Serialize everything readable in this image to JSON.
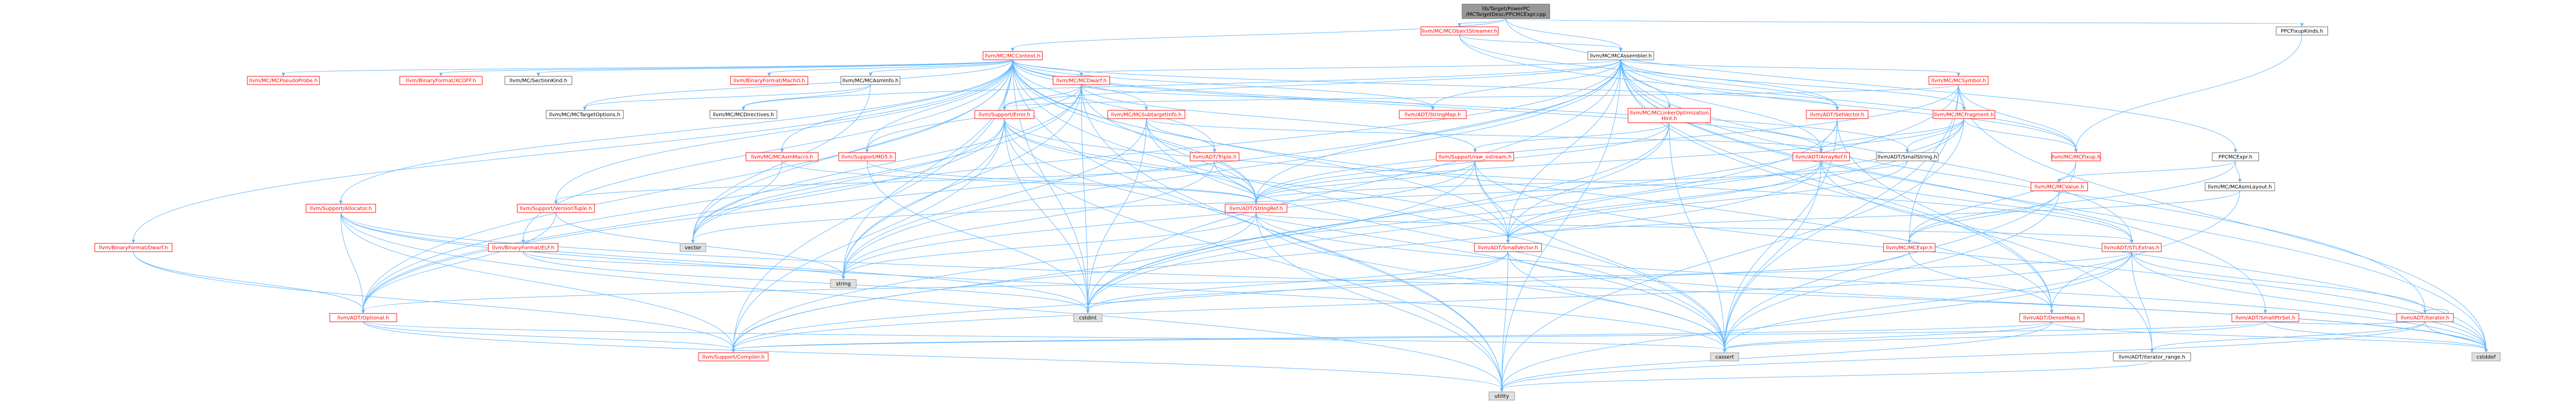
{
  "graph": {
    "colors": {
      "root_fill": "#999999",
      "root_text": "#000000",
      "link_text": "#ff0000",
      "plain_text": "#000000",
      "system_fill": "#e0e0e0",
      "node_fill": "#ffffff",
      "node_border": "#ff0000",
      "system_border": "#999999",
      "edge": "#63b8ff"
    },
    "nodes": [
      {
        "id": "root",
        "label": "lib/Target/PowerPC\n/MCTargetDesc/PPCMCExpr.cpp",
        "kind": "root"
      },
      {
        "id": "mcobjstream",
        "label": "llvm/MC/MCObjectStreamer.h",
        "kind": "link"
      },
      {
        "id": "ppcfixup",
        "label": "PPCFixupKinds.h",
        "kind": "plain"
      },
      {
        "id": "mcctx",
        "label": "llvm/MC/MCContext.h",
        "kind": "link"
      },
      {
        "id": "mcasm",
        "label": "llvm/MC/MCAssembler.h",
        "kind": "plain"
      },
      {
        "id": "pseudo",
        "label": "llvm/MC/MCPseudoProbe.h",
        "kind": "link"
      },
      {
        "id": "xcoff",
        "label": "llvm/BinaryFormat/XCOFF.h",
        "kind": "link"
      },
      {
        "id": "seckind",
        "label": "llvm/MC/SectionKind.h",
        "kind": "plain"
      },
      {
        "id": "macho",
        "label": "llvm/BinaryFormat/MachO.h",
        "kind": "link"
      },
      {
        "id": "asminfo",
        "label": "llvm/MC/MCAsmInfo.h",
        "kind": "plain"
      },
      {
        "id": "mcdwarf",
        "label": "llvm/MC/MCDwarf.h",
        "kind": "link"
      },
      {
        "id": "strmap",
        "label": "llvm/ADT/StringMap.h",
        "kind": "link"
      },
      {
        "id": "subtgt",
        "label": "llvm/MC/MCSubtargetInfo.h",
        "kind": "link"
      },
      {
        "id": "linkeropt",
        "label": "llvm/MC/MCLinkerOptimization\nHint.h",
        "kind": "link"
      },
      {
        "id": "setvec",
        "label": "llvm/ADT/SetVector.h",
        "kind": "link"
      },
      {
        "id": "mcsym",
        "label": "llvm/MC/MCSymbol.h",
        "kind": "link"
      },
      {
        "id": "mcfrag",
        "label": "llvm/MC/MCFragment.h",
        "kind": "link"
      },
      {
        "id": "ppcmcexpr",
        "label": "PPCMCExpr.h",
        "kind": "plain"
      },
      {
        "id": "tgtopts",
        "label": "llvm/MC/MCTargetOptions.h",
        "kind": "plain"
      },
      {
        "id": "directives",
        "label": "llvm/MC/MCDirectives.h",
        "kind": "plain"
      },
      {
        "id": "error",
        "label": "llvm/Support/Error.h",
        "kind": "link"
      },
      {
        "id": "triple",
        "label": "llvm/ADT/Triple.h",
        "kind": "link"
      },
      {
        "id": "rawos",
        "label": "llvm/Support/raw_ostream.h",
        "kind": "link"
      },
      {
        "id": "arrayref",
        "label": "llvm/ADT/ArrayRef.h",
        "kind": "link"
      },
      {
        "id": "smallstr",
        "label": "llvm/ADT/SmallString.h",
        "kind": "plain"
      },
      {
        "id": "mcfixup",
        "label": "llvm/MC/MCFixup.h",
        "kind": "link"
      },
      {
        "id": "asmlayout",
        "label": "llvm/MC/MCAsmLayout.h",
        "kind": "plain"
      },
      {
        "id": "asmmacro",
        "label": "llvm/MC/MCAsmMacro.h",
        "kind": "link"
      },
      {
        "id": "md5",
        "label": "llvm/Support/MD5.h",
        "kind": "link"
      },
      {
        "id": "alloc",
        "label": "llvm/Support/Allocator.h",
        "kind": "link"
      },
      {
        "id": "versiontuple",
        "label": "llvm/Support/VersionTuple.h",
        "kind": "link"
      },
      {
        "id": "stringref",
        "label": "llvm/ADT/StringRef.h",
        "kind": "link"
      },
      {
        "id": "mcvalue",
        "label": "llvm/MC/MCValue.h",
        "kind": "link"
      },
      {
        "id": "bfdwarf",
        "label": "llvm/BinaryFormat/Dwarf.h",
        "kind": "link"
      },
      {
        "id": "elf",
        "label": "llvm/BinaryFormat/ELF.h",
        "kind": "link"
      },
      {
        "id": "smallvec",
        "label": "llvm/ADT/SmallVector.h",
        "kind": "link"
      },
      {
        "id": "mcexpr",
        "label": "llvm/MC/MCExpr.h",
        "kind": "link"
      },
      {
        "id": "stlextras",
        "label": "llvm/ADT/STLExtras.h",
        "kind": "link"
      },
      {
        "id": "vector",
        "label": "vector",
        "kind": "system"
      },
      {
        "id": "string",
        "label": "string",
        "kind": "system"
      },
      {
        "id": "optional",
        "label": "llvm/ADT/Optional.h",
        "kind": "link"
      },
      {
        "id": "cstdint",
        "label": "cstdint",
        "kind": "system"
      },
      {
        "id": "densemap",
        "label": "llvm/ADT/DenseMap.h",
        "kind": "link"
      },
      {
        "id": "smallptrset",
        "label": "llvm/ADT/SmallPtrSet.h",
        "kind": "link"
      },
      {
        "id": "iterator",
        "label": "llvm/ADT/iterator.h",
        "kind": "link"
      },
      {
        "id": "compiler",
        "label": "llvm/Support/Compiler.h",
        "kind": "link"
      },
      {
        "id": "cassert",
        "label": "cassert",
        "kind": "system"
      },
      {
        "id": "iterrange",
        "label": "llvm/ADT/iterator_range.h",
        "kind": "plain"
      },
      {
        "id": "cstddef",
        "label": "cstddef",
        "kind": "system"
      },
      {
        "id": "utility",
        "label": "utility",
        "kind": "system"
      }
    ]
  }
}
